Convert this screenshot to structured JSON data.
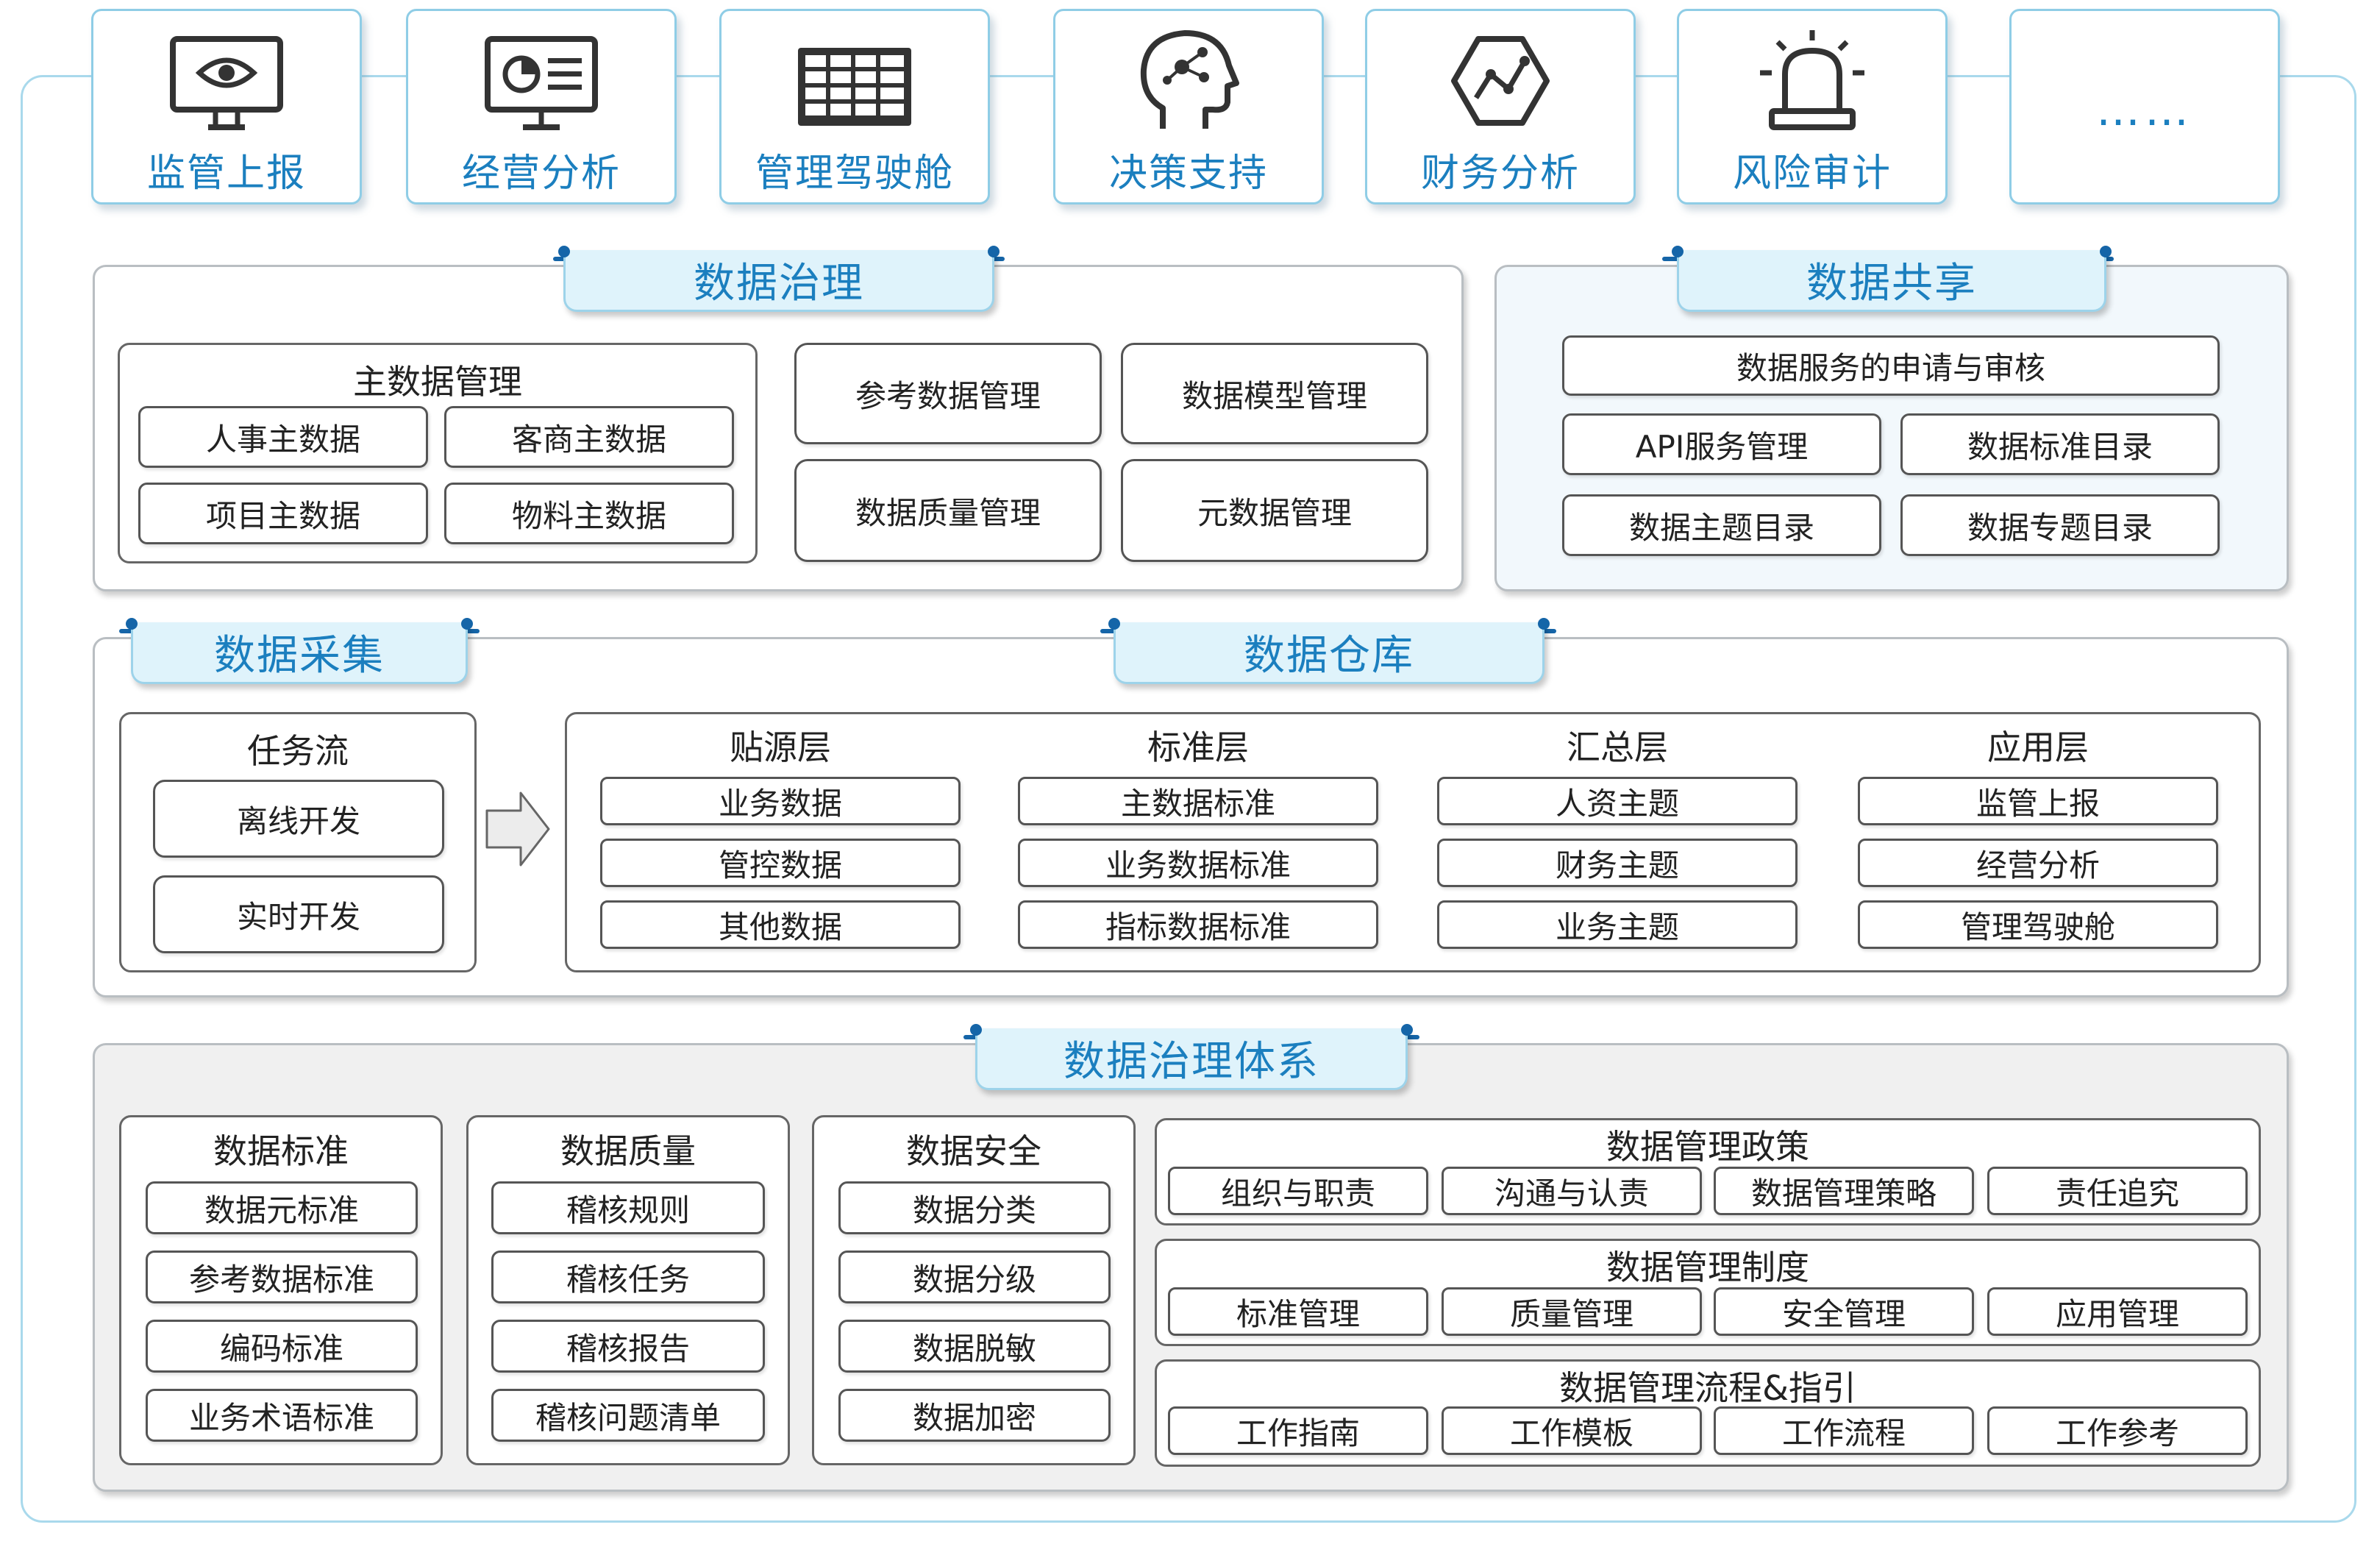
{
  "top_cards": [
    {
      "label": "监管上报",
      "icon": "monitor-eye-icon"
    },
    {
      "label": "经营分析",
      "icon": "dashboard-chart-icon"
    },
    {
      "label": "管理驾驶舱",
      "icon": "grid-table-icon"
    },
    {
      "label": "决策支持",
      "icon": "brain-head-icon"
    },
    {
      "label": "财务分析",
      "icon": "hexagon-chart-icon"
    },
    {
      "label": "风险审计",
      "icon": "alarm-siren-icon"
    },
    {
      "label": "……",
      "icon": "more-dots-icon"
    }
  ],
  "governance": {
    "title": "数据治理",
    "master": {
      "title": "主数据管理",
      "items": [
        "人事主数据",
        "客商主数据",
        "项目主数据",
        "物料主数据"
      ]
    },
    "items": [
      "参考数据管理",
      "数据模型管理",
      "数据质量管理",
      "元数据管理"
    ]
  },
  "sharing": {
    "title": "数据共享",
    "top": "数据服务的申请与审核",
    "items": [
      "API服务管理",
      "数据标准目录",
      "数据主题目录",
      "数据专题目录"
    ]
  },
  "collection": {
    "title": "数据采集",
    "flow": {
      "title": "任务流",
      "items": [
        "离线开发",
        "实时开发"
      ]
    }
  },
  "warehouse": {
    "title": "数据仓库",
    "layers": [
      {
        "name": "贴源层",
        "items": [
          "业务数据",
          "管控数据",
          "其他数据"
        ]
      },
      {
        "name": "标准层",
        "items": [
          "主数据标准",
          "业务数据标准",
          "指标数据标准"
        ]
      },
      {
        "name": "汇总层",
        "items": [
          "人资主题",
          "财务主题",
          "业务主题"
        ]
      },
      {
        "name": "应用层",
        "items": [
          "监管上报",
          "经营分析",
          "管理驾驶舱"
        ]
      }
    ]
  },
  "system": {
    "title": "数据治理体系",
    "columns": [
      {
        "name": "数据标准",
        "items": [
          "数据元标准",
          "参考数据标准",
          "编码标准",
          "业务术语标准"
        ]
      },
      {
        "name": "数据质量",
        "items": [
          "稽核规则",
          "稽核任务",
          "稽核报告",
          "稽核问题清单"
        ]
      },
      {
        "name": "数据安全",
        "items": [
          "数据分类",
          "数据分级",
          "数据脱敏",
          "数据加密"
        ]
      }
    ],
    "rows": [
      {
        "name": "数据管理政策",
        "items": [
          "组织与职责",
          "沟通与认责",
          "数据管理策略",
          "责任追究"
        ]
      },
      {
        "name": "数据管理制度",
        "items": [
          "标准管理",
          "质量管理",
          "安全管理",
          "应用管理"
        ]
      },
      {
        "name": "数据管理流程&指引",
        "items": [
          "工作指南",
          "工作模板",
          "工作流程",
          "工作参考"
        ]
      }
    ]
  }
}
